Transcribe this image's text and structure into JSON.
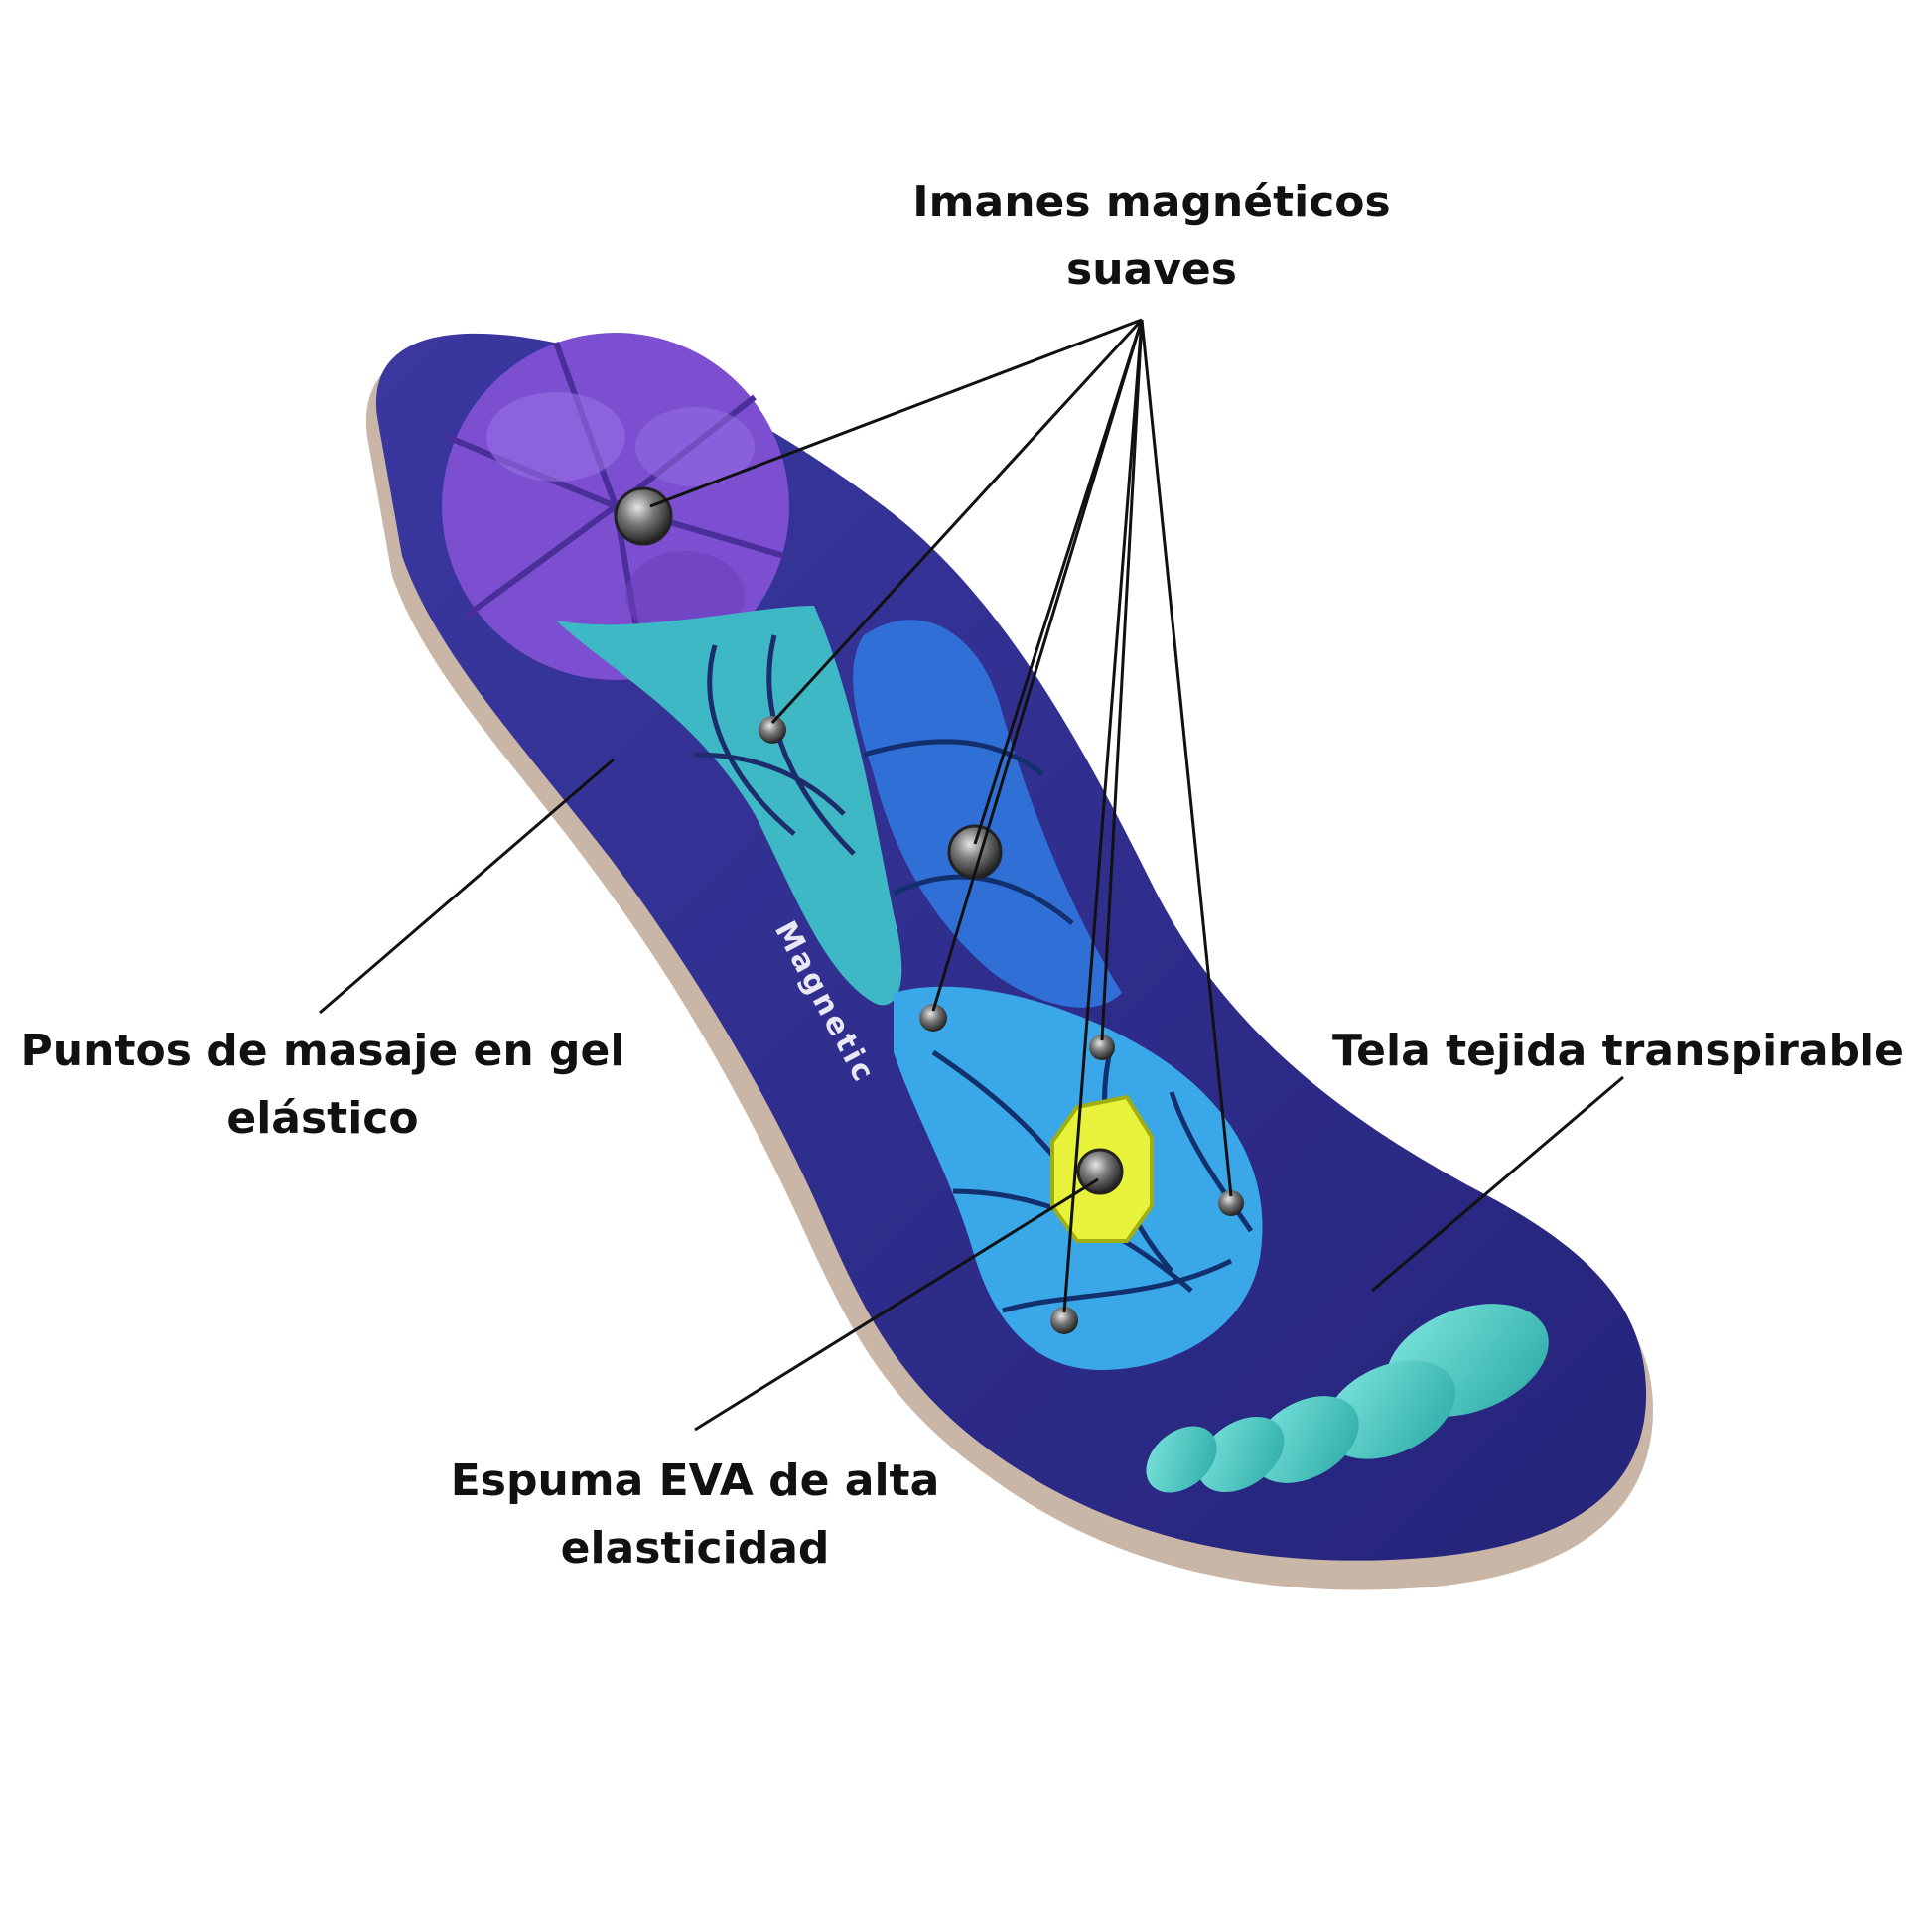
{
  "labels": {
    "magnets": {
      "line1": "Imanes magnéticos",
      "line2": "suaves"
    },
    "gel": {
      "line1": "Puntos de masaje en gel",
      "line2": "elástico"
    },
    "fabric": {
      "line1": "Tela tejida transpirable"
    },
    "foam": {
      "line1": "Espuma EVA de alta",
      "line2": "elasticidad"
    }
  },
  "insole": {
    "brand_text": "Magnetic",
    "colors": {
      "base": "#2f2d8f",
      "base_dark": "#201f6e",
      "edge_foam": "#c9b6a6",
      "heel_pad": "#7b4fd0",
      "heel_pad_light": "#9a6fe6",
      "arch_gel": "#3fb8c6",
      "mid_blue": "#2f6fd6",
      "forefoot_gel": "#3aa7e8",
      "toe_gel": "#3fc9c2",
      "center_badge": "#e8f23a",
      "magnet": "#3a3a3a",
      "leader_line": "#111111"
    }
  }
}
